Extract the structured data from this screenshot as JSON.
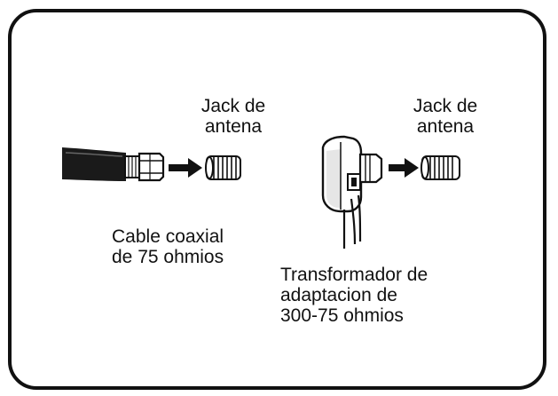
{
  "labels": {
    "jack_left_line1": "Jack de",
    "jack_left_line2": "antena",
    "jack_right_line1": "Jack de",
    "jack_right_line2": "antena",
    "cable_line1": "Cable coaxial",
    "cable_line2": "de 75 ohmios",
    "transformer_line1": "Transformador de",
    "transformer_line2": "adaptacion de",
    "transformer_line3": "300-75 ohmios"
  },
  "icons": {
    "cable": "coaxial-cable-icon",
    "transformer": "matching-transformer-icon",
    "jack": "antenna-jack-icon",
    "arrow": "arrow-right-icon"
  },
  "colors": {
    "ink": "#111111",
    "cable_body": "#1a1a1a",
    "background": "#ffffff"
  }
}
